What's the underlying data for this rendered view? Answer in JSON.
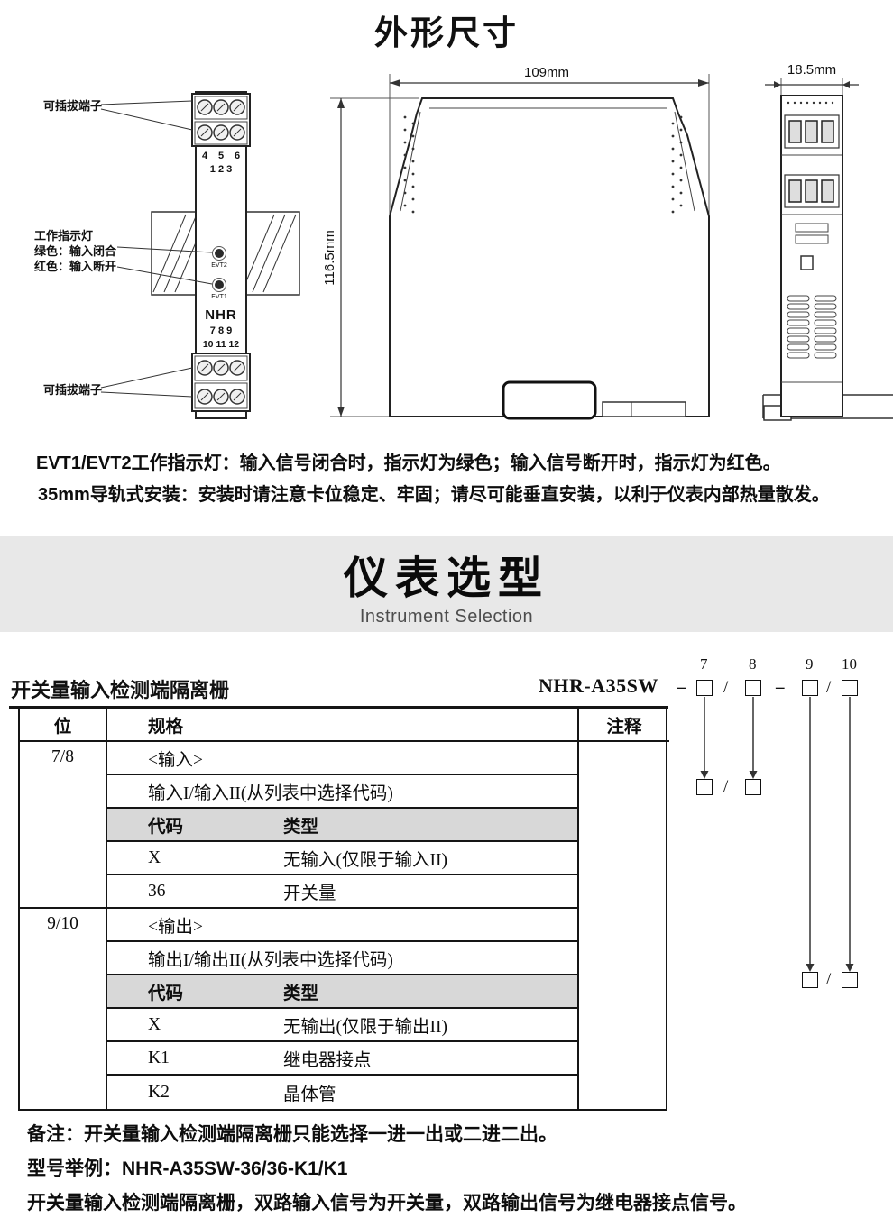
{
  "header": {
    "title": "外形尺寸"
  },
  "drawing": {
    "label_pluggable_top": "可插拔端子",
    "label_pluggable_bottom": "可插拔端子",
    "indicator": [
      "工作指示灯",
      "绿色：输入闭合",
      "红色：输入断开"
    ],
    "dim_width": "109mm",
    "dim_height": "116.5mm",
    "dim_depth": "18.5mm",
    "module": {
      "top_row1": [
        "4",
        "5",
        "6"
      ],
      "top_row2": "1 2 3",
      "led_top": "EVT2",
      "led_bottom": "EVT1",
      "logo": "NHR",
      "bottom_row1": "7 8 9",
      "bottom_row2": "10 11 12"
    }
  },
  "notes": {
    "indicator": "EVT1/EVT2工作指示灯：输入信号闭合时，指示灯为绿色；输入信号断开时，指示灯为红色。",
    "mounting": "35mm导轨式安装：安装时请注意卡位稳定、牢固；请尽可能垂直安装，以利于仪表内部热量散发。"
  },
  "banner": {
    "title": "仪表选型",
    "subtitle": "Instrument Selection"
  },
  "selection": {
    "product_name": "开关量输入检测端隔离栅",
    "model": "NHR-A35SW",
    "digit_labels": [
      "7",
      "8",
      "9",
      "10"
    ],
    "separators": {
      "dash": "–",
      "slash": "/"
    },
    "table": {
      "col_pos": "位",
      "col_spec": "规格",
      "col_note": "注释",
      "sections": [
        {
          "pos": "7/8",
          "subtitle": "<输入>",
          "desc": "输入I/输入II(从列表中选择代码)",
          "code_header": {
            "code": "代码",
            "type": "类型"
          },
          "rows": [
            {
              "code": "X",
              "type": "无输入(仅限于输入II)"
            },
            {
              "code": "36",
              "type": "开关量"
            }
          ]
        },
        {
          "pos": "9/10",
          "subtitle": "<输出>",
          "desc": "输出I/输出II(从列表中选择代码)",
          "code_header": {
            "code": "代码",
            "type": "类型"
          },
          "rows": [
            {
              "code": "X",
              "type": "无输出(仅限于输出II)"
            },
            {
              "code": "K1",
              "type": "继电器接点"
            },
            {
              "code": "K2",
              "type": "晶体管"
            }
          ]
        }
      ]
    }
  },
  "footer": {
    "note1": "备注：开关量输入检测端隔离栅只能选择一进一出或二进二出。",
    "note2": "型号举例：NHR-A35SW-36/36-K1/K1",
    "note3": "开关量输入检测端隔离栅，双路输入信号为开关量，双路输出信号为继电器接点信号。"
  }
}
